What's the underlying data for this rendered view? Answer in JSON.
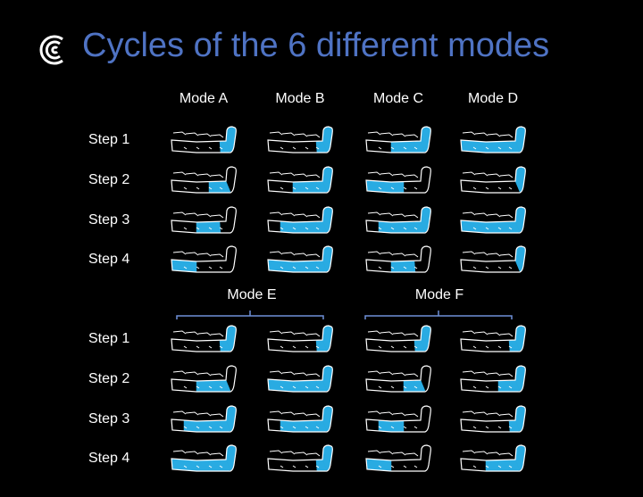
{
  "title": "Cycles of the 6 different modes",
  "colors": {
    "title": "#4f73c4",
    "fill": "#29abe2",
    "outline": "#ffffff",
    "bracket": "#6f8fd8"
  },
  "icons": {
    "logo": "concentric-arcs-logo-icon",
    "sleeve": "compression-sleeve-leg-icon"
  },
  "top": {
    "modes": [
      "Mode A",
      "Mode B",
      "Mode C",
      "Mode D"
    ],
    "steps": [
      "Step 1",
      "Step 2",
      "Step 3",
      "Step 4"
    ]
  },
  "bottom": {
    "groups": [
      "Mode E",
      "Mode F"
    ],
    "steps": [
      "Step 1",
      "Step 2",
      "Step 3",
      "Step 4"
    ]
  },
  "segments": [
    "foot",
    "ankle",
    "lower-calf",
    "upper-calf",
    "knee",
    "thigh"
  ],
  "cycles": {
    "A": [
      [
        "foot",
        "ankle"
      ],
      [
        "ankle",
        "lower-calf"
      ],
      [
        "lower-calf",
        "upper-calf"
      ],
      [
        "knee",
        "thigh"
      ]
    ],
    "B": [
      [
        "foot",
        "ankle"
      ],
      [
        "foot",
        "ankle",
        "lower-calf",
        "upper-calf"
      ],
      [
        "foot",
        "ankle",
        "lower-calf",
        "upper-calf",
        "knee"
      ],
      [
        "foot",
        "ankle",
        "lower-calf",
        "upper-calf",
        "knee",
        "thigh"
      ]
    ],
    "C": [
      [
        "foot",
        "ankle",
        "lower-calf",
        "upper-calf"
      ],
      [
        "upper-calf",
        "knee",
        "thigh"
      ],
      [
        "foot",
        "ankle",
        "lower-calf",
        "upper-calf",
        "knee"
      ],
      [
        "lower-calf",
        "upper-calf"
      ]
    ],
    "D": [
      [
        "foot",
        "ankle",
        "lower-calf",
        "upper-calf",
        "knee",
        "thigh"
      ],
      [
        "foot"
      ],
      [
        "foot",
        "ankle",
        "lower-calf",
        "upper-calf",
        "knee",
        "thigh"
      ],
      [
        "foot"
      ]
    ],
    "E1": [
      [
        "foot",
        "ankle"
      ],
      [
        "ankle",
        "lower-calf",
        "upper-calf"
      ],
      [
        "foot",
        "ankle",
        "lower-calf",
        "upper-calf",
        "knee"
      ],
      [
        "foot",
        "ankle",
        "lower-calf",
        "upper-calf",
        "knee",
        "thigh"
      ]
    ],
    "E2": [
      [
        "foot",
        "ankle"
      ],
      [
        "foot",
        "ankle",
        "lower-calf",
        "upper-calf",
        "knee",
        "thigh"
      ],
      [
        "foot",
        "ankle",
        "lower-calf",
        "upper-calf",
        "knee"
      ],
      [
        "foot",
        "ankle"
      ]
    ],
    "F1": [
      [
        "foot",
        "ankle"
      ],
      [
        "ankle",
        "lower-calf"
      ],
      [
        "upper-calf",
        "knee"
      ],
      [
        "knee",
        "thigh"
      ]
    ],
    "F2": [
      [
        "foot",
        "ankle"
      ],
      [
        "foot",
        "ankle",
        "lower-calf"
      ],
      [
        "foot",
        "ankle"
      ],
      [
        "foot",
        "ankle",
        "lower-calf",
        "upper-calf"
      ]
    ]
  }
}
